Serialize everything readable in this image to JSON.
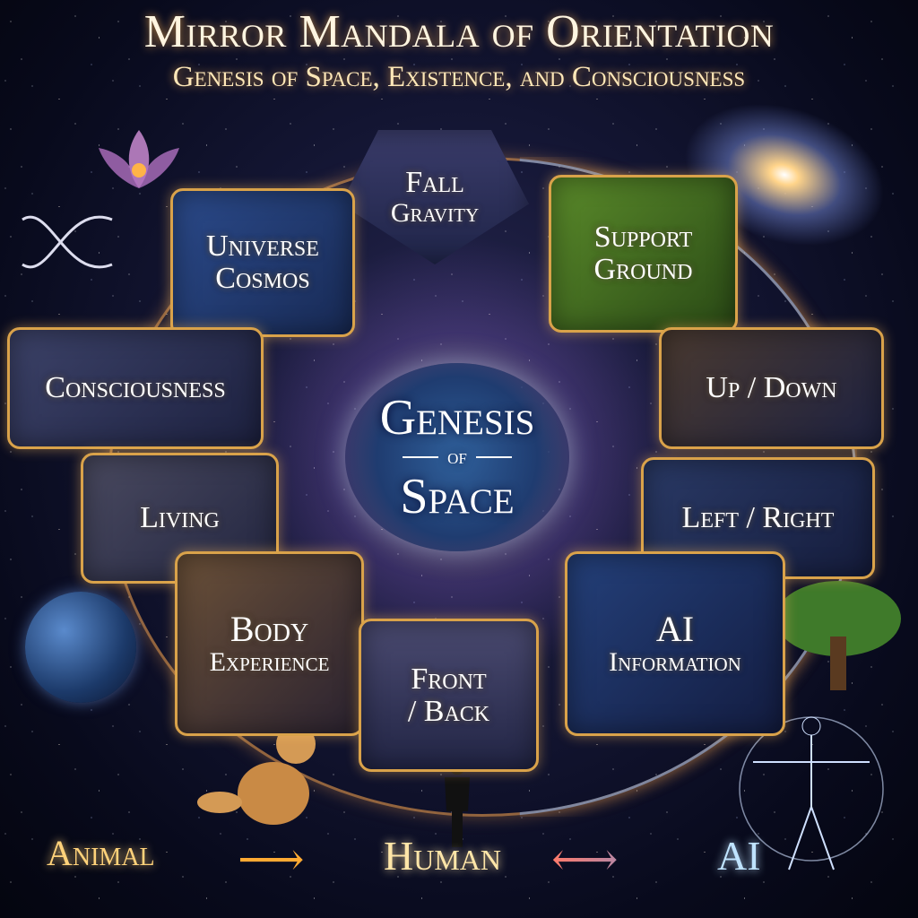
{
  "title": {
    "main": "Mirror Mandala of Orientation",
    "subtitle": "Genesis of Space, Existence, and Consciousness"
  },
  "center": {
    "line1": "Genesis",
    "line2": "of",
    "line3": "Space"
  },
  "panels": {
    "fall": {
      "line1": "Fall",
      "line2": "Gravity"
    },
    "universe": {
      "line1": "Universe",
      "line2": "Cosmos"
    },
    "support": {
      "line1": "Support",
      "line2": "Ground"
    },
    "consciousness": {
      "line1": "Consciousness"
    },
    "up_down": {
      "line1": "Up / Down"
    },
    "living": {
      "line1": "Living"
    },
    "left_right": {
      "line1": "Left / Right"
    },
    "body": {
      "line1": "Body",
      "line2": "Experience"
    },
    "ai": {
      "line1": "AI",
      "line2": "Information"
    },
    "front_back": {
      "line1": "Front",
      "line2": "/ Back"
    }
  },
  "bottom": {
    "animal": "Animal",
    "human": "Human",
    "ai": "AI",
    "arrow_right": "⟶",
    "arrow_both": "⟷"
  },
  "colors": {
    "accent_gold": "#d9a24a",
    "accent_blue": "#4a9aff",
    "background": "#080a1c"
  }
}
